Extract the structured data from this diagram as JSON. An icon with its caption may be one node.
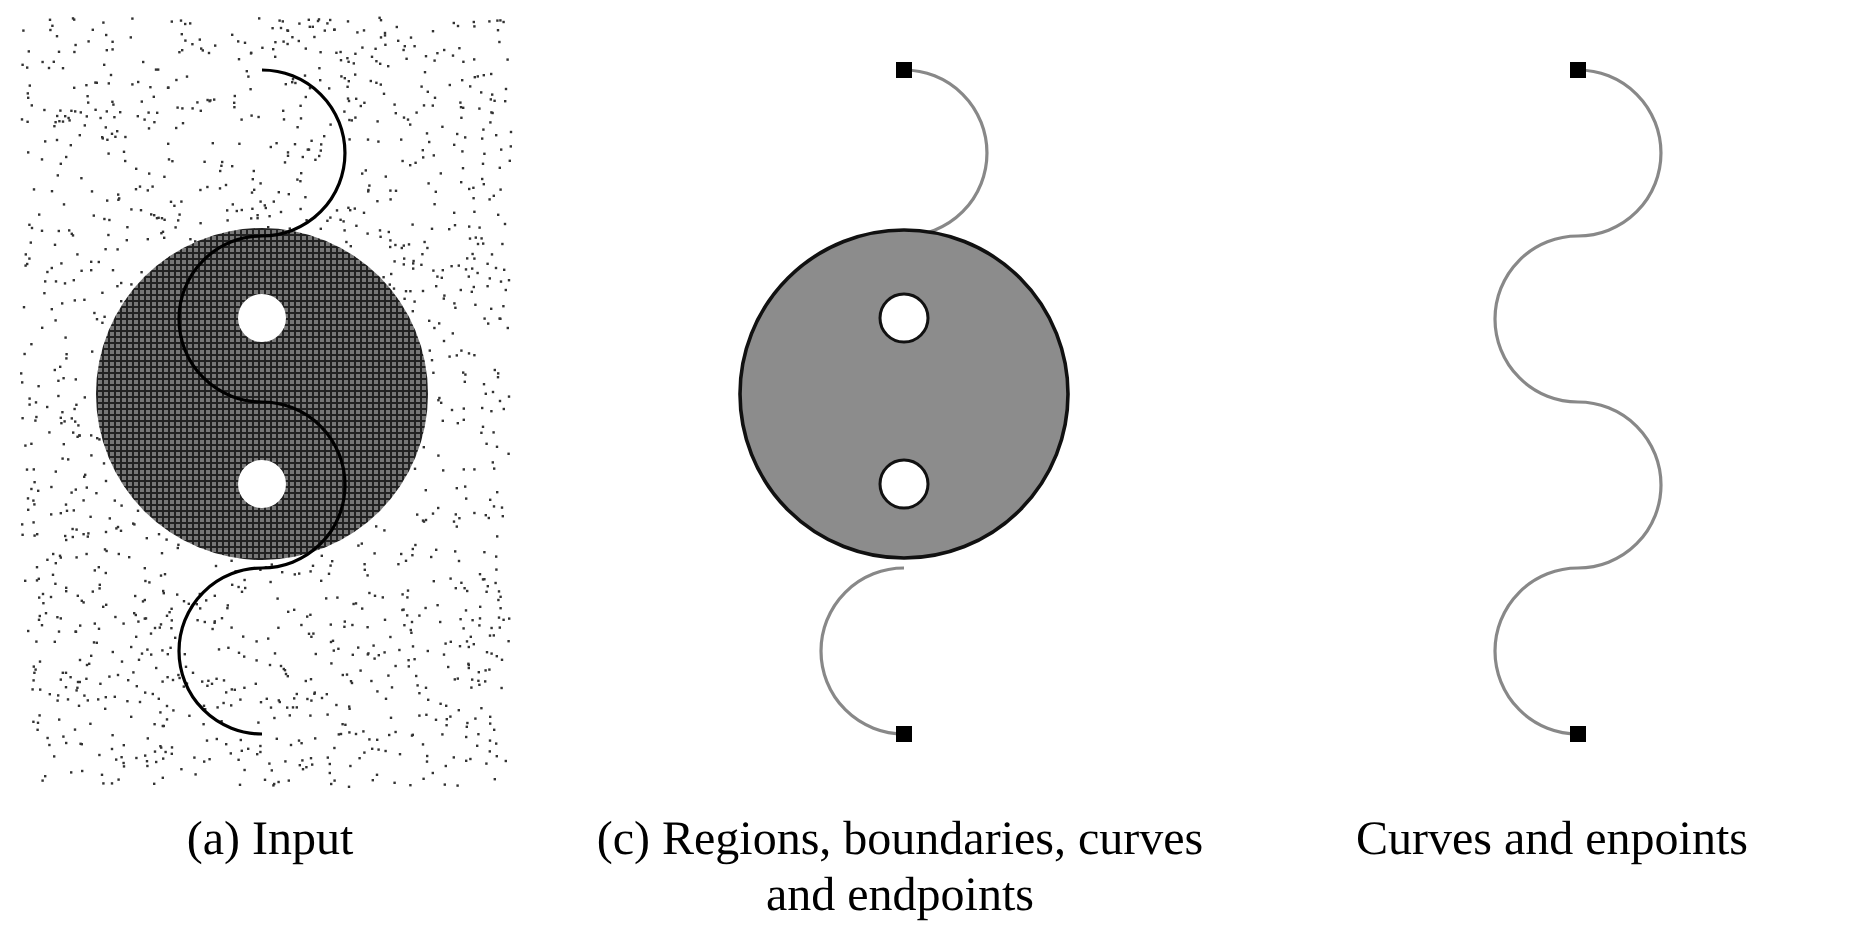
{
  "diagram": {
    "labels": [
      "(a) Input",
      "(c) Regions, boundaries, curves and endpoints",
      "Curves and enpoints"
    ]
  }
}
